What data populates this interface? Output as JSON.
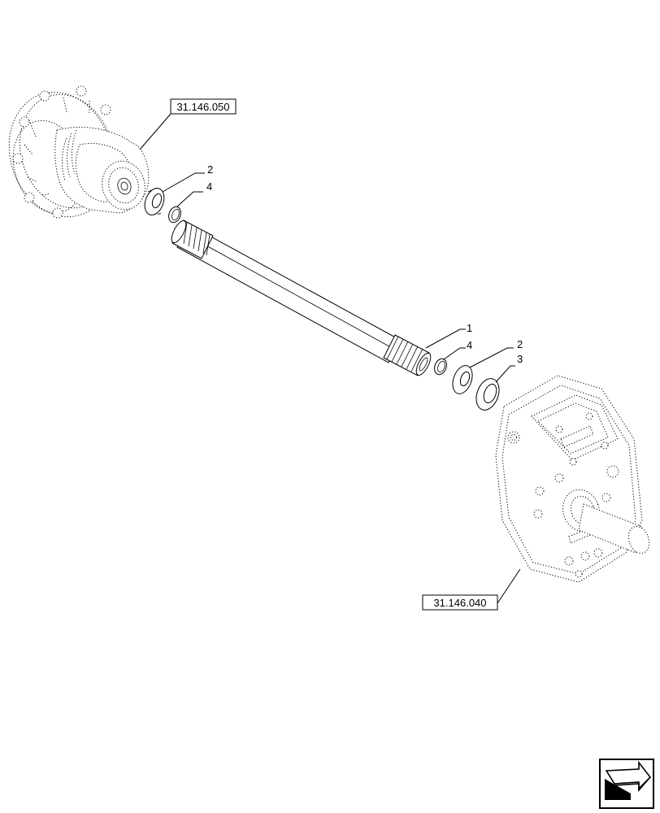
{
  "references": {
    "upper_assembly": "31.146.050",
    "lower_assembly": "31.146.040"
  },
  "callouts": {
    "upper_washer": "2",
    "upper_ring": "4",
    "shaft": "1",
    "lower_ring": "4",
    "lower_washer": "2",
    "lower_spacer": "3"
  },
  "icons": {
    "navigation": "next-page-arrow-icon"
  }
}
